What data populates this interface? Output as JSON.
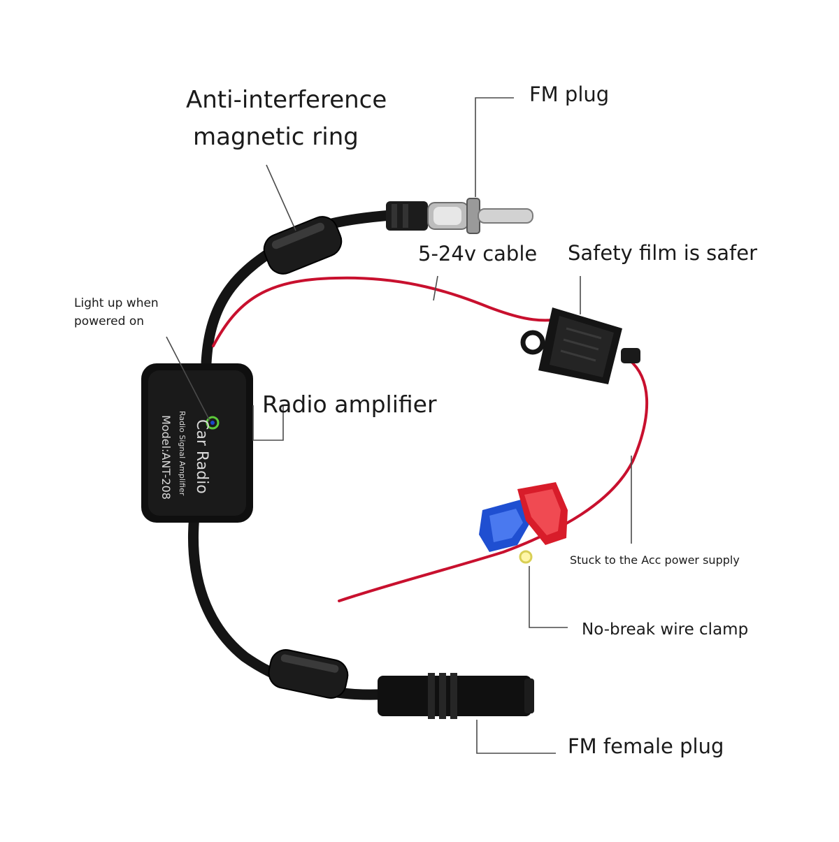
{
  "labels": {
    "anti_interference_line1": "Anti-interference",
    "anti_interference_line2": "magnetic ring",
    "fm_plug": "FM plug",
    "cable": "5-24v cable",
    "safety_film": "Safety film is safer",
    "light_up_line1": "Light up when",
    "light_up_line2": "powered on",
    "radio_amplifier": "Radio amplifier",
    "acc_supply": "Stuck to the Acc power supply",
    "wire_clamp": "No-break wire clamp",
    "fm_female_plug": "FM female plug"
  },
  "device": {
    "title": "Car Radio",
    "subtitle": "Radio Signal Amplifier",
    "model": "Model:ANT-208"
  },
  "colors": {
    "cable_black": "#141414",
    "wire_red": "#c8102e",
    "clamp_red": "#d81c2a",
    "clamp_blue": "#1f4fd1",
    "led_green": "#5cc93a",
    "led_blue": "#1a46c8"
  }
}
